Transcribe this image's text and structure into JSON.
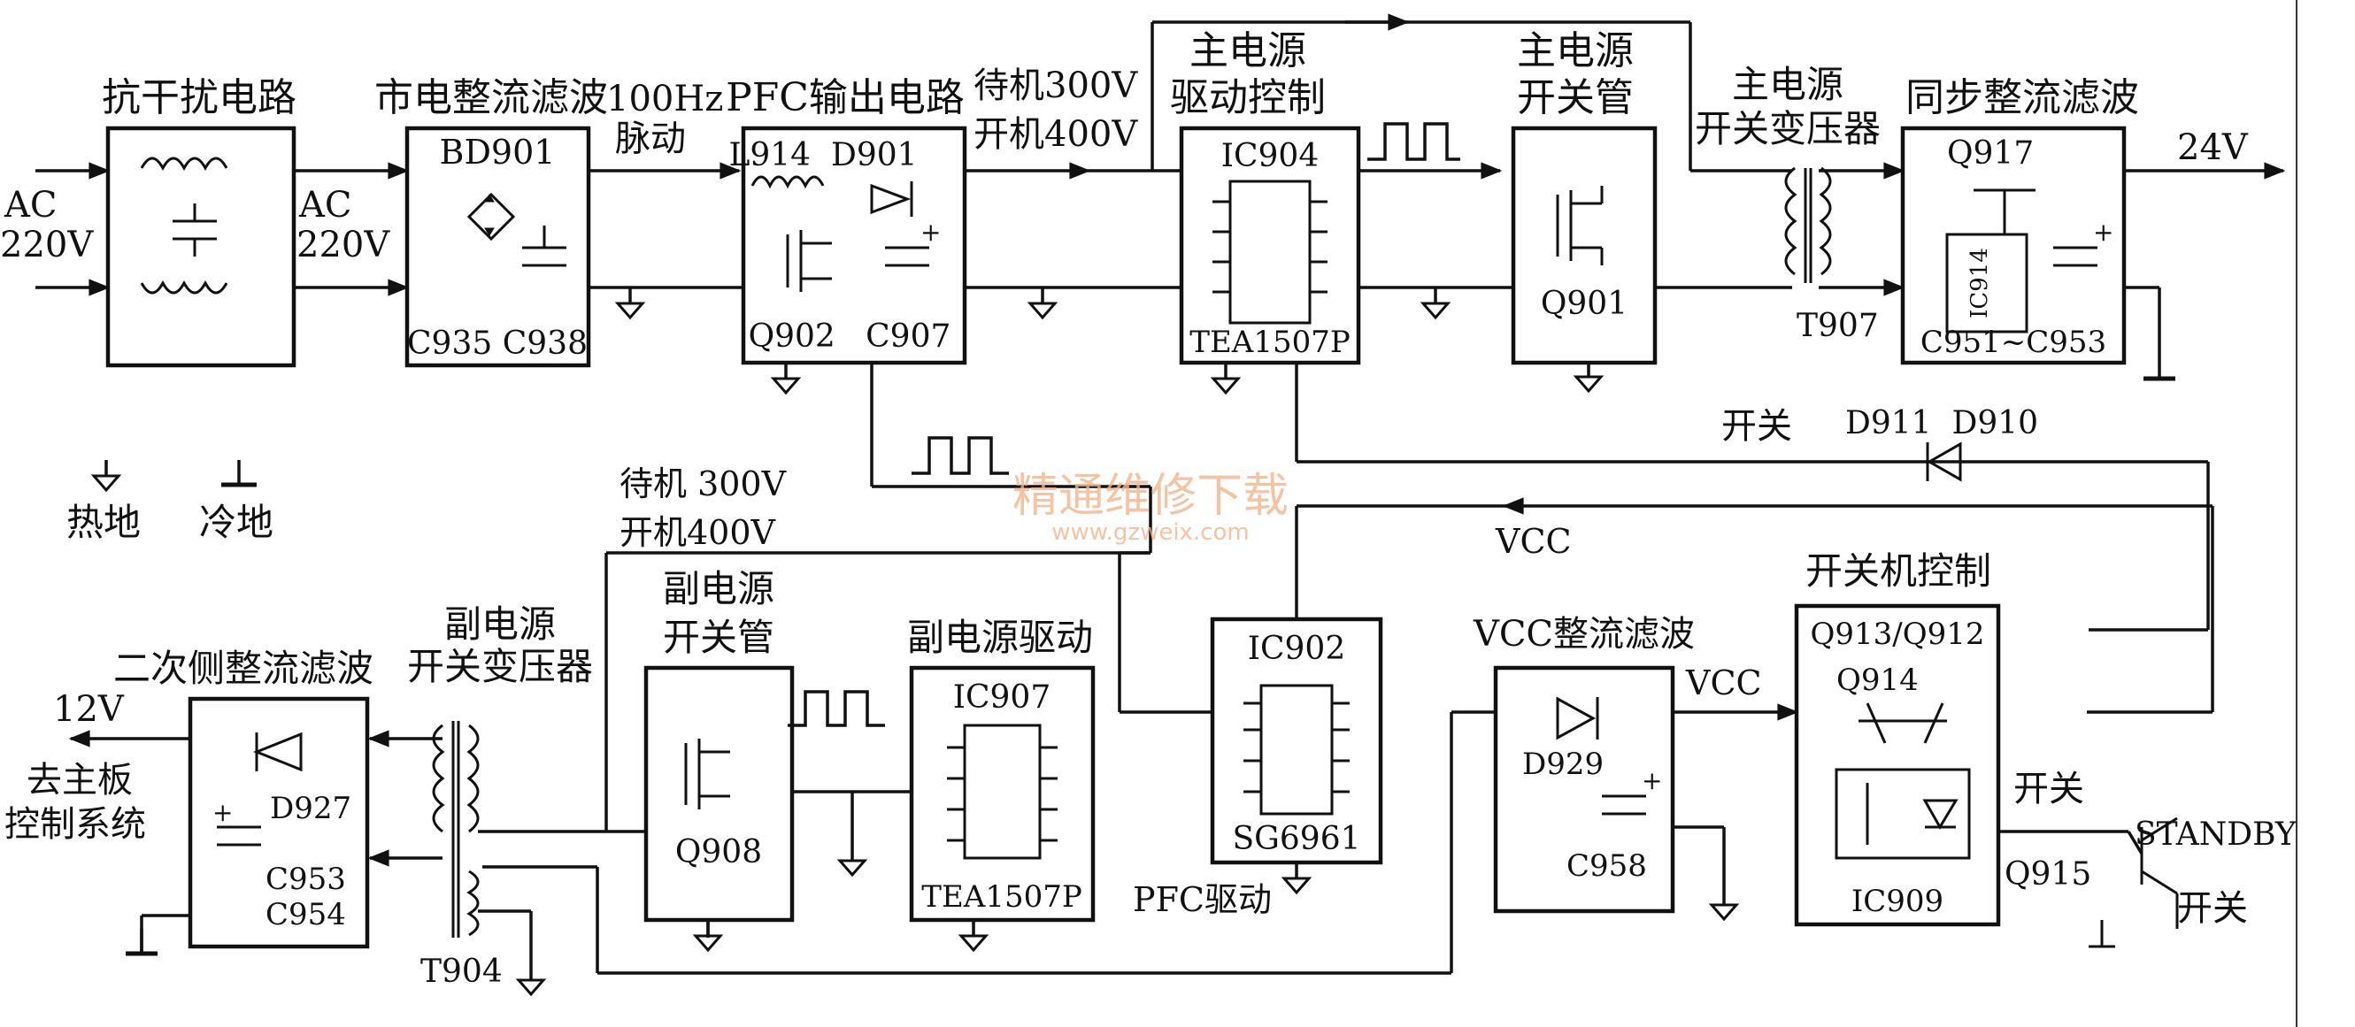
{
  "labels": {
    "ac_in": [
      "AC",
      "220V"
    ],
    "emi_title": "抗干扰电路",
    "ac_mid": [
      "AC",
      "220V"
    ],
    "rect_title": "市电整流滤波",
    "pulse": [
      "100Hz",
      "脉动"
    ],
    "pfc_title": "PFC输出电路",
    "pfc_voltage": [
      "待机300V",
      "开机400V"
    ],
    "main_drive_title": [
      "主电源",
      "驱动控制"
    ],
    "main_switch_title": [
      "主电源",
      "开关管"
    ],
    "main_xfmr_title": [
      "主电源",
      "开关变压器"
    ],
    "sync_title": "同步整流滤波",
    "out_24v": "24V",
    "legend_hot": "热地",
    "legend_cold": "冷地",
    "onoff_top": [
      "开",
      "关"
    ],
    "d911_d910": "D911  D910",
    "pfc_voltage2": [
      "待机 300V",
      "开机400V"
    ],
    "vcc_top": "VCC",
    "aux_xfmr_title": [
      "副电源",
      "开关变压器"
    ],
    "aux_switch_title": [
      "副电源",
      "开关管"
    ],
    "aux_drive_title": "副电源驱动",
    "secondary_title": "二次侧整流滤波",
    "out_12v": "12V",
    "to_mainboard": [
      "去主板",
      "控制系统"
    ],
    "vcc_rect_title": "VCC整流滤波",
    "vcc_right": "VCC",
    "onoff_ctrl_title": "开关机控制",
    "pfc_drive": "PFC驱动",
    "standby": "STANDBY",
    "onoff_mid": [
      "开",
      "关"
    ],
    "onoff_bottom": [
      "开",
      "关"
    ],
    "q915": "Q915",
    "t904": "T904",
    "t907": "T907"
  },
  "blocks": {
    "rect": {
      "top": "BD901",
      "bottom": "C935 C938"
    },
    "pfc": {
      "top": "L914  D901",
      "bottom": "Q902   C907"
    },
    "ic904": {
      "top": "IC904",
      "bottom": "TEA1507P"
    },
    "q901": {
      "bottom": "Q901"
    },
    "sync": {
      "top": "Q917",
      "ic": "IC914",
      "bottom": "C951~C953"
    },
    "ic902": {
      "top": "IC902",
      "bottom": "SG6961"
    },
    "q908": {
      "bottom": "Q908"
    },
    "ic907": {
      "top": "IC907",
      "bottom": "TEA1507P"
    },
    "secondary": {
      "d": "D927",
      "c1": "C953",
      "c2": "C954"
    },
    "vcc_rect": {
      "d": "D929",
      "c": "C958"
    },
    "onoff": {
      "top": "Q913/Q912",
      "q": "Q914",
      "bottom": "IC909"
    }
  },
  "watermark": {
    "cn": "精通维修下载",
    "url": "www.gzweix.com",
    "color": "#f3b58a"
  }
}
